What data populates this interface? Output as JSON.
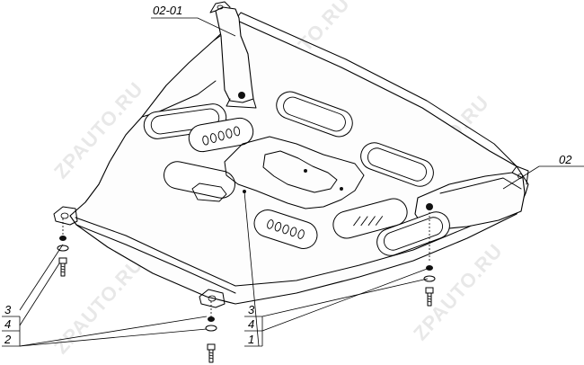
{
  "callouts": {
    "bracket_top": "02-01",
    "bracket_right": "02",
    "left_stack": [
      "3",
      "4",
      "2"
    ],
    "center_stack": [
      "3",
      "4",
      "1"
    ]
  },
  "watermark": {
    "text": "ZPAUTO.RU"
  }
}
